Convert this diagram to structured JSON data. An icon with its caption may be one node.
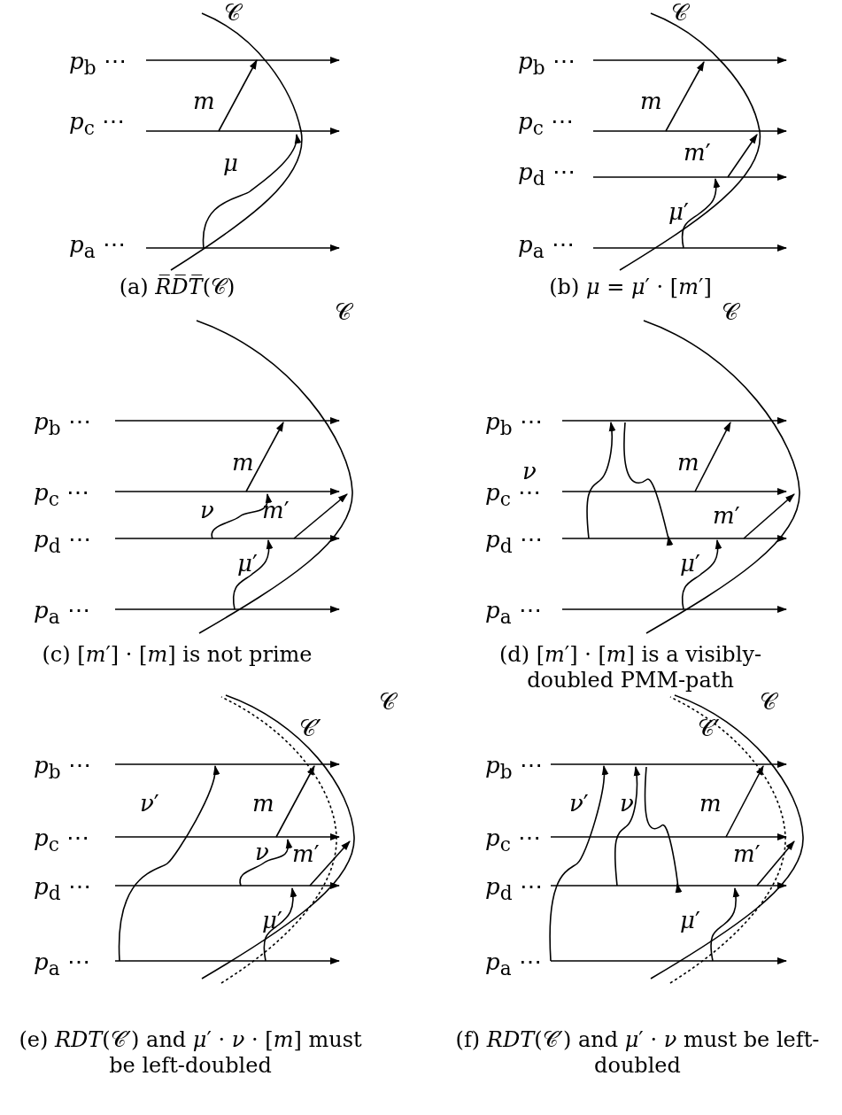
{
  "diagram": {
    "labels": [
      "𝒞",
      "*p*$_{b}$ ⋯",
      "*m*",
      "*p*$_{c}$ ⋯",
      "*μ*",
      "*p*$_{a}$ ⋯",
      "(a) *R̅D̅T̅*(𝒞)",
      "𝒞",
      "*p*$_{b}$ ⋯",
      "*m*",
      "*p*$_{c}$ ⋯",
      "*m*′",
      "*p*$_{d}$ ⋯",
      "*μ*′",
      "*p*$_{a}$ ⋯",
      "(b) *μ* = *μ*′ · [*m*′]",
      "𝒞",
      "*p*$_{b}$ ⋯",
      "*m*",
      "*p*$_{c}$ ⋯",
      "*ν*",
      "*m*′",
      "*p*$_{d}$ ⋯",
      "*μ*′",
      "*p*$_{a}$ ⋯",
      "(c) [*m*′] · [*m*] is not prime",
      "𝒞",
      "*p*$_{b}$ ⋯",
      "*ν*",
      "*m*",
      "*p*$_{c}$ ⋯",
      "*m*′",
      "*p*$_{d}$ ⋯",
      "*μ*′",
      "*p*$_{a}$ ⋯",
      "(d) [*m*′] · [*m*] is a visibly-doubled PMM-path",
      "𝒞",
      "𝒞′",
      "*p*$_{b}$ ⋯",
      "*ν*′",
      "*m*",
      "*p*$_{c}$ ⋯",
      "*ν*",
      "*m*′",
      "*p*$_{d}$ ⋯",
      "*μ*′",
      "*p*$_{a}$ ⋯",
      "(e) *RDT*(𝒞′) and *μ*′ · *ν* · [*m*] must be left-doubled",
      "𝒞",
      "𝒞′",
      "*p*$_{b}$ ⋯",
      "*ν*′",
      "*ν*",
      "*m*",
      "*p*$_{c}$ ⋯",
      "*m*′",
      "*p*$_{d}$ ⋯",
      "*μ*′",
      "*p*$_{a}$ ⋯",
      "(f) *RDT*(𝒞′) and *μ*′ · *ν* must be left-doubled"
    ]
  }
}
